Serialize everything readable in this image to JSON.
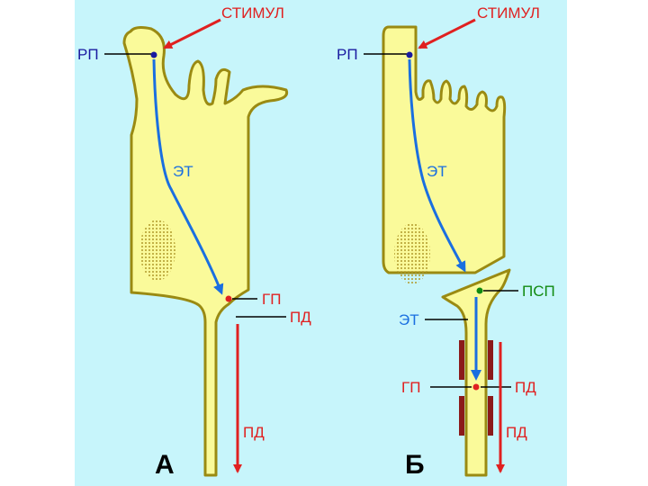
{
  "colors": {
    "background": "#c7f5fb",
    "cell_fill": "#fafa9a",
    "cell_stroke": "#9a8a12",
    "red": "#e02020",
    "blue": "#1a6fe0",
    "navy": "#1a1aa0",
    "green": "#118a11",
    "sheath": "#8b1a1a"
  },
  "panel_a": {
    "stimulus": "СТИМУЛ",
    "rp": "РП",
    "et": "ЭТ",
    "gp": "ГП",
    "pd_top": "ПД",
    "pd_bottom": "ПД",
    "letter": "А"
  },
  "panel_b": {
    "stimulus": "СТИМУЛ",
    "rp": "РП",
    "et_top": "ЭТ",
    "psp": "ПСП",
    "et_bottom": "ЭТ",
    "gp": "ГП",
    "pd_top": "ПД",
    "pd_bottom": "ПД",
    "letter": "Б"
  }
}
